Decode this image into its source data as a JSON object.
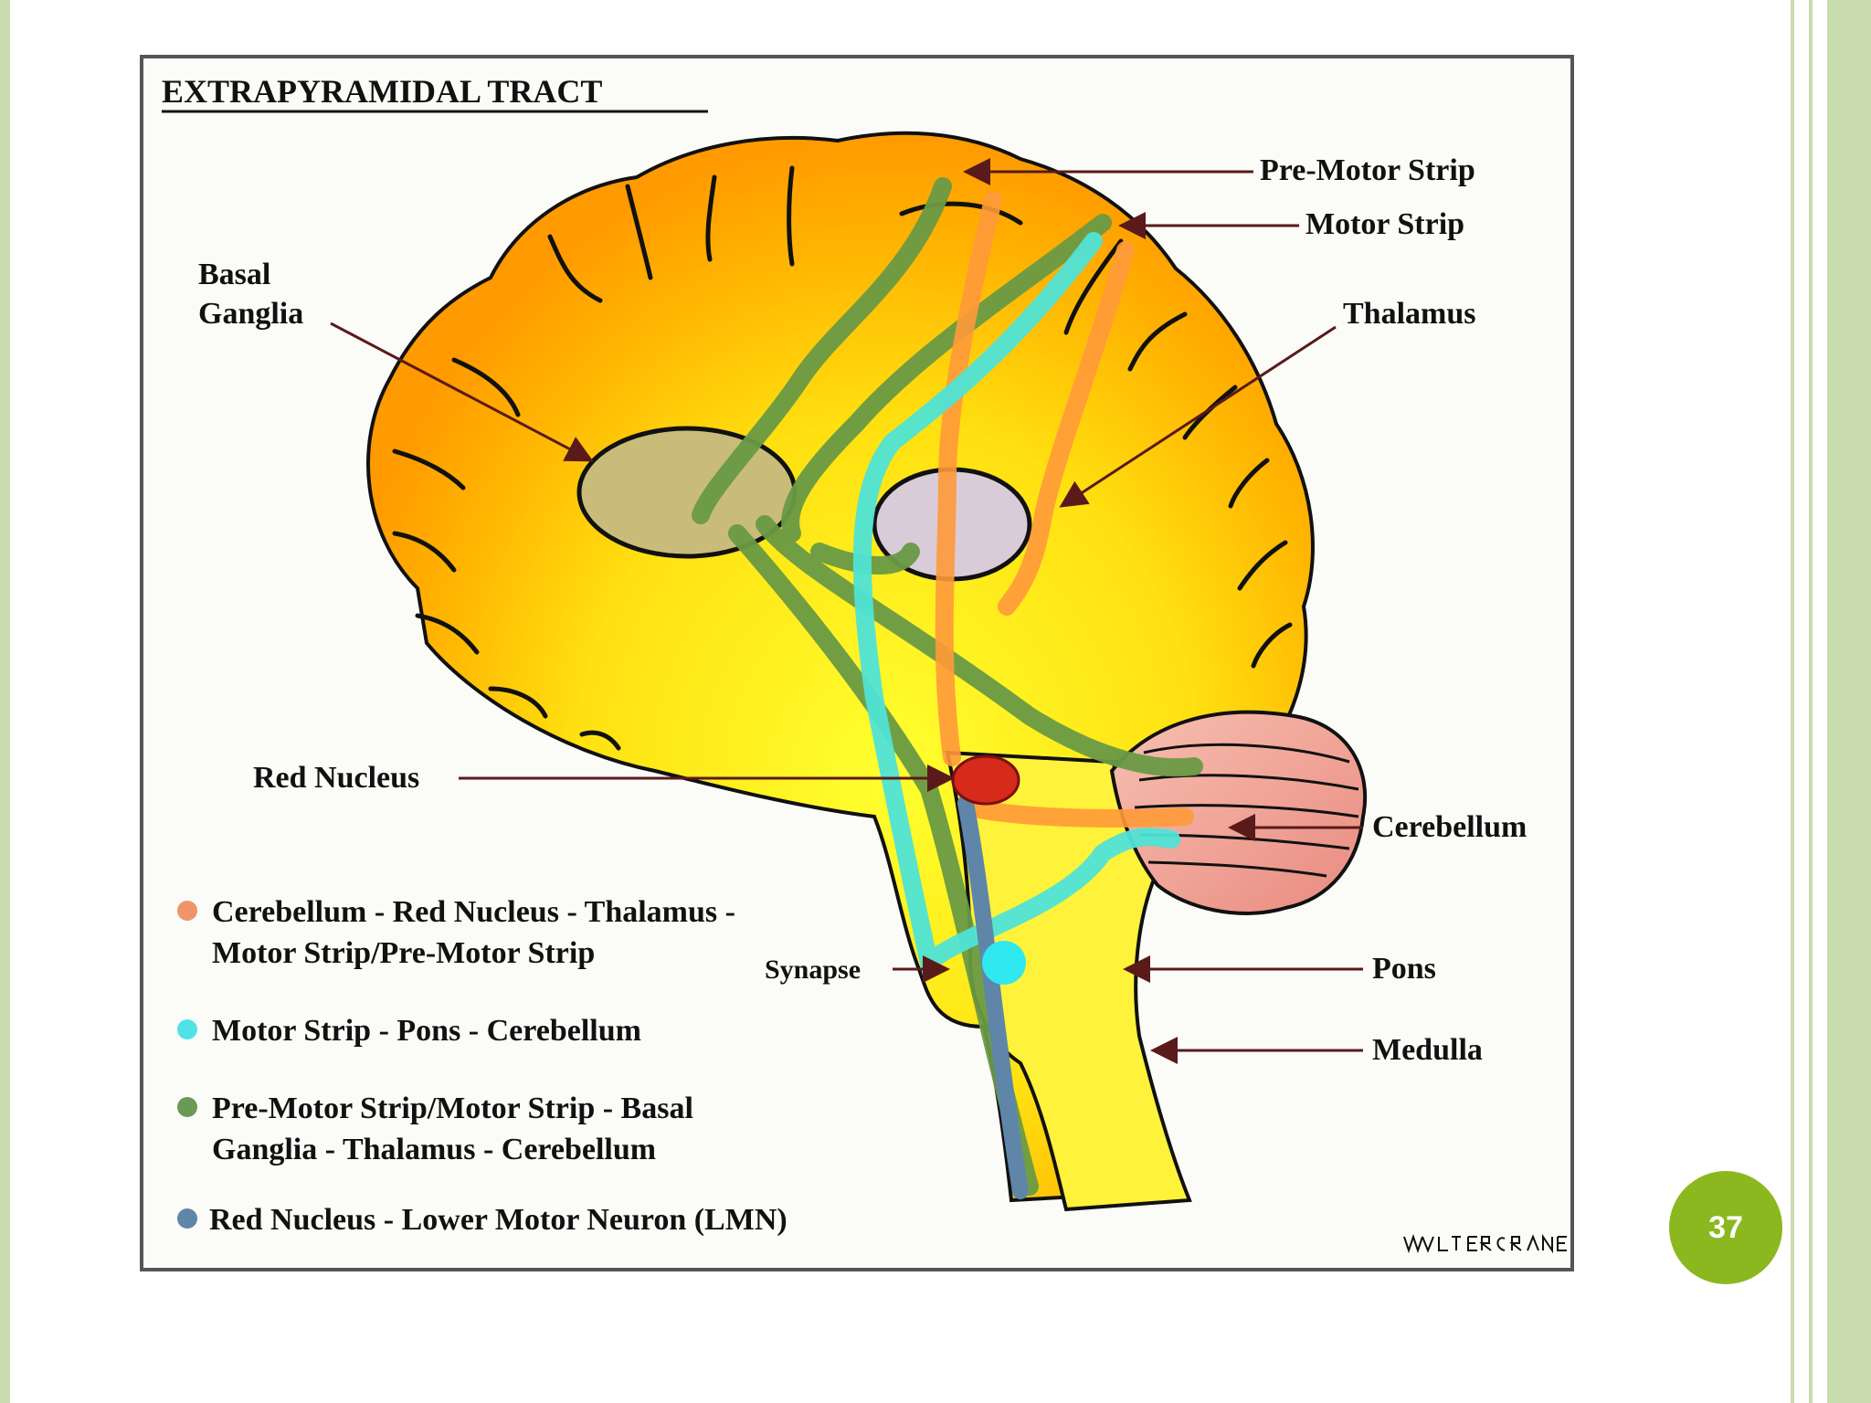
{
  "slide": {
    "page_number": "37"
  },
  "diagram": {
    "title": "EXTRAPYRAMIDAL TRACT",
    "labels": {
      "pre_motor_strip": "Pre-Motor Strip",
      "motor_strip": "Motor Strip",
      "thalamus": "Thalamus",
      "basal_ganglia_line1": "Basal",
      "basal_ganglia_line2": "Ganglia",
      "red_nucleus": "Red Nucleus",
      "cerebellum": "Cerebellum",
      "synapse": "Synapse",
      "pons": "Pons",
      "medulla": "Medulla"
    },
    "legend": [
      {
        "color": "#f0956a",
        "line1": "Cerebellum - Red Nucleus - Thalamus -",
        "line2": "Motor Strip/Pre-Motor Strip"
      },
      {
        "color": "#4fe3e6",
        "line1": "Motor Strip - Pons - Cerebellum",
        "line2": ""
      },
      {
        "color": "#6a9a55",
        "line1": "Pre-Motor Strip/Motor Strip - Basal",
        "line2": "Ganglia - Thalamus - Cerebellum"
      },
      {
        "color": "#5f86a8",
        "line1": "Red Nucleus - Lower Motor Neuron (LMN)",
        "line2": ""
      }
    ],
    "signature": "WALTER CRANE",
    "colors": {
      "brain": "#ffd60a",
      "brain_edge": "#ff9a00",
      "cerebellum": "#f3a59a",
      "orange_tract": "#ff9a3a",
      "cyan_tract": "#4fe3d6",
      "green_tract": "#6a9a45",
      "red_nucleus": "#d62a1a",
      "arrow": "#5a1a1a"
    }
  }
}
